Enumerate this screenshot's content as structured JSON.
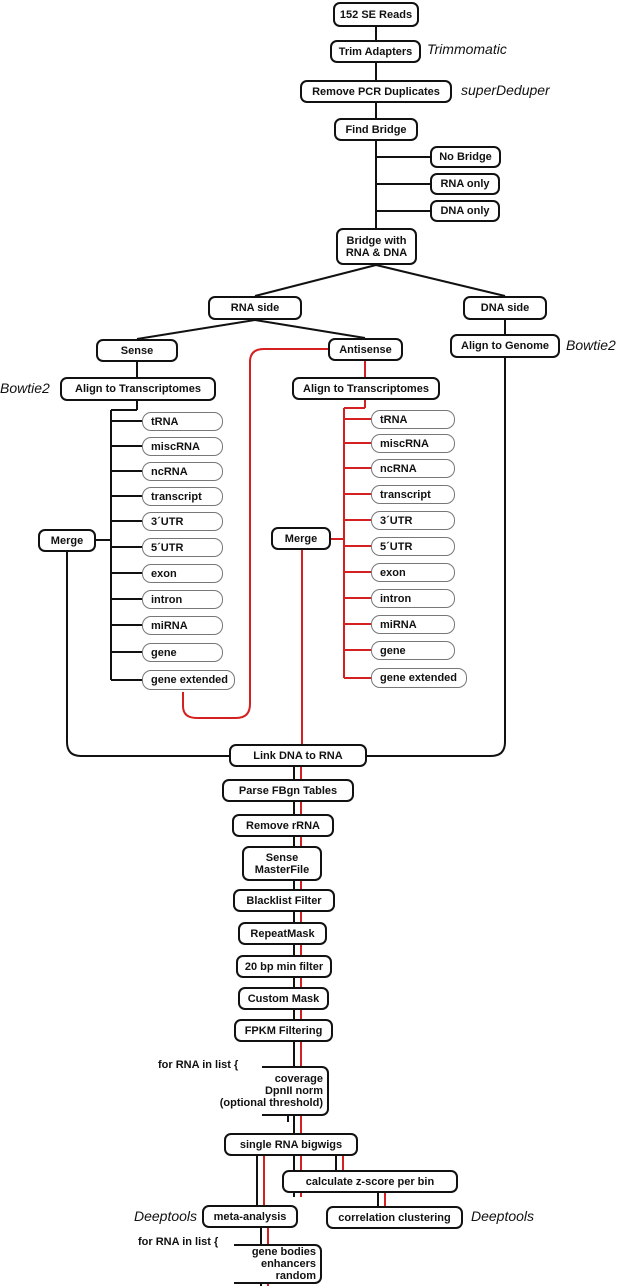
{
  "nodes": {
    "reads": "152 SE Reads",
    "trim": "Trim Adapters",
    "dedup": "Remove PCR Duplicates",
    "find_bridge": "Find Bridge",
    "no_bridge": "No Bridge",
    "rna_only": "RNA only",
    "dna_only": "DNA only",
    "bridge_both_1": "Bridge with",
    "bridge_both_2": "RNA & DNA",
    "rna_side": "RNA side",
    "dna_side": "DNA side",
    "sense": "Sense",
    "antisense": "Antisense",
    "align_genome": "Align to Genome",
    "align_tx_sense": "Align to Transcriptomes",
    "align_tx_antisense": "Align to Transcriptomes",
    "merge_sense": "Merge",
    "merge_antisense": "Merge",
    "link": "Link DNA to RNA",
    "parse": "Parse FBgn Tables",
    "rrna": "Remove rRNA",
    "master_1": "Sense",
    "master_2": "MasterFile",
    "blacklist": "Blacklist Filter",
    "repeatmask": "RepeatMask",
    "minfilter": "20 bp min filter",
    "custommask": "Custom Mask",
    "fpkm": "FPKM Filtering",
    "loop1_1": "coverage",
    "loop1_2": "DpnII norm",
    "loop1_3": "(optional threshold)",
    "bigwigs": "single RNA bigwigs",
    "zscore": "calculate z-score per bin",
    "meta": "meta-analysis",
    "corr": "correlation clustering",
    "loop2_1": "gene bodies",
    "loop2_2": "enhancers",
    "loop2_3": "random"
  },
  "categories_sense": [
    "tRNA",
    "miscRNA",
    "ncRNA",
    "transcript",
    "3´UTR",
    "5´UTR",
    "exon",
    "intron",
    "miRNA",
    "gene",
    "gene extended"
  ],
  "categories_antisense": [
    "tRNA",
    "miscRNA",
    "ncRNA",
    "transcript",
    "3´UTR",
    "5´UTR",
    "exon",
    "intron",
    "miRNA",
    "gene",
    "gene extended"
  ],
  "tools": {
    "trimmomatic": "Trimmomatic",
    "superdeduper": "superDeduper",
    "bowtie2_genome": "Bowtie2",
    "bowtie2_tx": "Bowtie2",
    "deeptools_meta": "Deeptools",
    "deeptools_corr": "Deeptools"
  },
  "notes": {
    "loop1": "for RNA in list {",
    "loop2": "for RNA in list {"
  },
  "colors": {
    "sense_path": "#111111",
    "antisense_path": "#d42020"
  }
}
